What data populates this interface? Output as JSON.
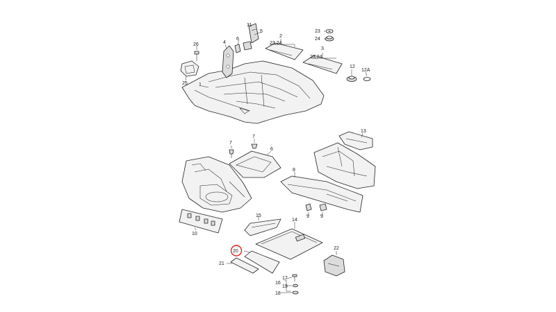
{
  "diagram": {
    "highlighted": "20",
    "highlight_color": "#e0241b",
    "line_color": "#222222",
    "callouts": {
      "c1": "1",
      "c2": "2",
      "c2sub": "23,24",
      "c3": "3",
      "c3sub": "23,24",
      "c4": "4",
      "c5": "5",
      "c6a": "6",
      "c6b": "6",
      "c7a": "7",
      "c7b": "7",
      "c8": "8",
      "c9a": "9",
      "c9b": "9",
      "c10": "10",
      "c11": "11",
      "c12": "12",
      "c12a": "12A",
      "c13": "13",
      "c14": "14",
      "c15": "15",
      "c16": "16",
      "c17": "17",
      "c18": "18",
      "c19": "19",
      "c20": "20",
      "c21": "21",
      "c22": "22",
      "c23": "23",
      "c24": "24",
      "c25": "25",
      "c26": "26"
    }
  }
}
